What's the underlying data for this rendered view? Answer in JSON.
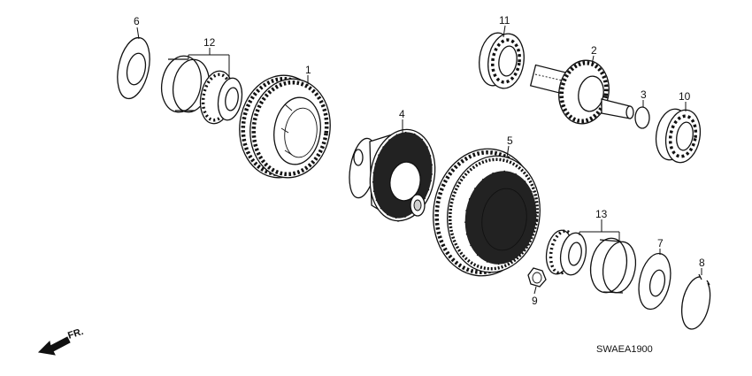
{
  "callouts": {
    "c1": "1",
    "c2": "2",
    "c3": "3",
    "c4": "4",
    "c5": "5",
    "c6": "6",
    "c7": "7",
    "c8": "8",
    "c9": "9",
    "c10": "10",
    "c11": "11",
    "c12": "12",
    "c13": "13"
  },
  "direction_label": "FR.",
  "diagram_code": "SWAEA1900"
}
